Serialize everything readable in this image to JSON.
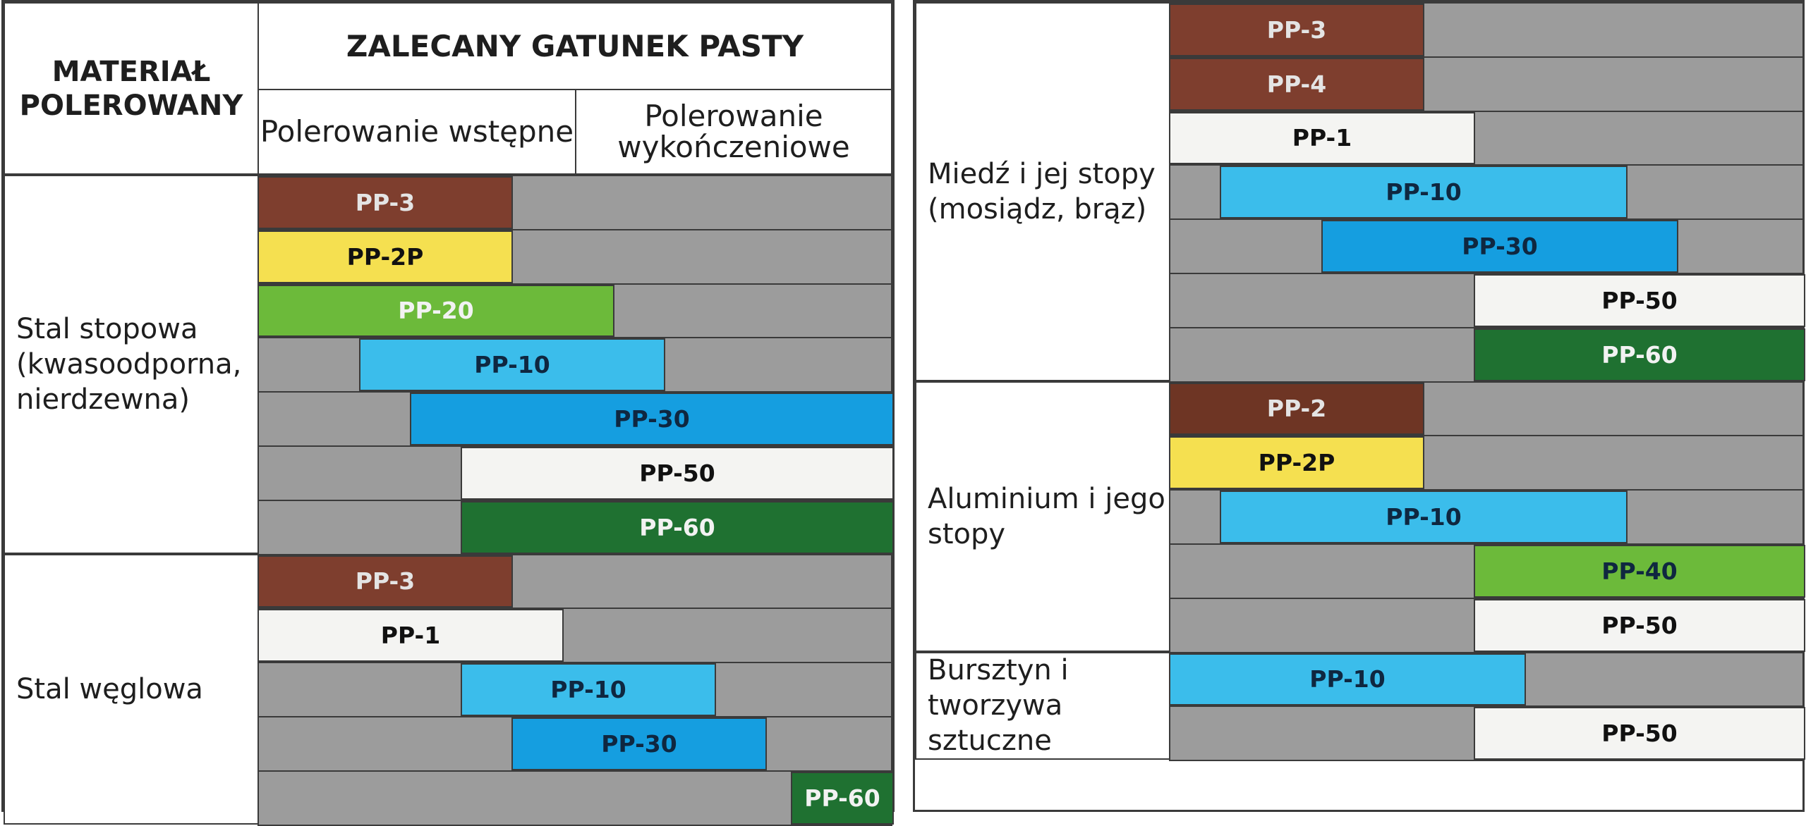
{
  "colors": {
    "PP-1": "#f4f4f2",
    "PP-2": "#6e3524",
    "PP-2P": "#f5e050",
    "PP-3": "#7e3e2e",
    "PP-4": "#7e3e2e",
    "PP-10": "#3bbdeb",
    "PP-20": "#6cba3a",
    "PP-30": "#159ee0",
    "PP-40": "#6cba3a",
    "PP-50": "#f4f4f2",
    "PP-60": "#1f7131"
  },
  "text_colors": {
    "PP-1": "#111111",
    "PP-2": "#e4e4e4",
    "PP-2P": "#111111",
    "PP-3": "#e4e4e4",
    "PP-4": "#e4e4e4",
    "PP-10": "#0f2740",
    "PP-20": "#f2f2f2",
    "PP-30": "#0f2740",
    "PP-40": "#0f2740",
    "PP-50": "#111111",
    "PP-60": "#f2f2f2"
  },
  "header": {
    "material": "MATERIAŁ POLEROWANY",
    "title": "ZALECANY GATUNEK PASTY",
    "sub1": "Polerowanie wstępne",
    "sub2": "Polerowanie wykończeniowe"
  },
  "left": [
    {
      "material": "Stal stopowa (kwasoodporna, nierdzewna)",
      "rows": [
        {
          "label": "PP-3",
          "start": 0,
          "end": 0.4
        },
        {
          "label": "PP-2P",
          "start": 0,
          "end": 0.4
        },
        {
          "label": "PP-20",
          "start": 0,
          "end": 0.56
        },
        {
          "label": "PP-10",
          "start": 0.16,
          "end": 0.64
        },
        {
          "label": "PP-30",
          "start": 0.24,
          "end": 1
        },
        {
          "label": "PP-50",
          "start": 0.32,
          "end": 1
        },
        {
          "label": "PP-60",
          "start": 0.32,
          "end": 1
        }
      ]
    },
    {
      "material": "Stal węglowa",
      "rows": [
        {
          "label": "PP-3",
          "start": 0,
          "end": 0.4
        },
        {
          "label": "PP-1",
          "start": 0,
          "end": 0.48
        },
        {
          "label": "PP-10",
          "start": 0.32,
          "end": 0.72
        },
        {
          "label": "PP-30",
          "start": 0.4,
          "end": 0.8
        },
        {
          "label": "PP-60",
          "start": 0.84,
          "end": 1
        }
      ]
    }
  ],
  "right": [
    {
      "material": "Miedź i jej stopy (mosiądz, brąz)",
      "rows": [
        {
          "label": "PP-3",
          "start": 0,
          "end": 0.4
        },
        {
          "label": "PP-4",
          "start": 0,
          "end": 0.4
        },
        {
          "label": "PP-1",
          "start": 0,
          "end": 0.48
        },
        {
          "label": "PP-10",
          "start": 0.08,
          "end": 0.72
        },
        {
          "label": "PP-30",
          "start": 0.24,
          "end": 0.8
        },
        {
          "label": "PP-50",
          "start": 0.48,
          "end": 1
        },
        {
          "label": "PP-60",
          "start": 0.48,
          "end": 1
        }
      ]
    },
    {
      "material": "Aluminium i jego stopy",
      "rows": [
        {
          "label": "PP-2",
          "start": 0,
          "end": 0.4
        },
        {
          "label": "PP-2P",
          "start": 0,
          "end": 0.4
        },
        {
          "label": "PP-10",
          "start": 0.08,
          "end": 0.72
        },
        {
          "label": "PP-40",
          "start": 0.48,
          "end": 1
        },
        {
          "label": "PP-50",
          "start": 0.48,
          "end": 1
        }
      ]
    },
    {
      "material": "Bursztyn i tworzywa sztuczne",
      "rows": [
        {
          "label": "PP-10",
          "start": 0,
          "end": 0.56
        },
        {
          "label": "PP-50",
          "start": 0.48,
          "end": 1
        }
      ]
    }
  ]
}
